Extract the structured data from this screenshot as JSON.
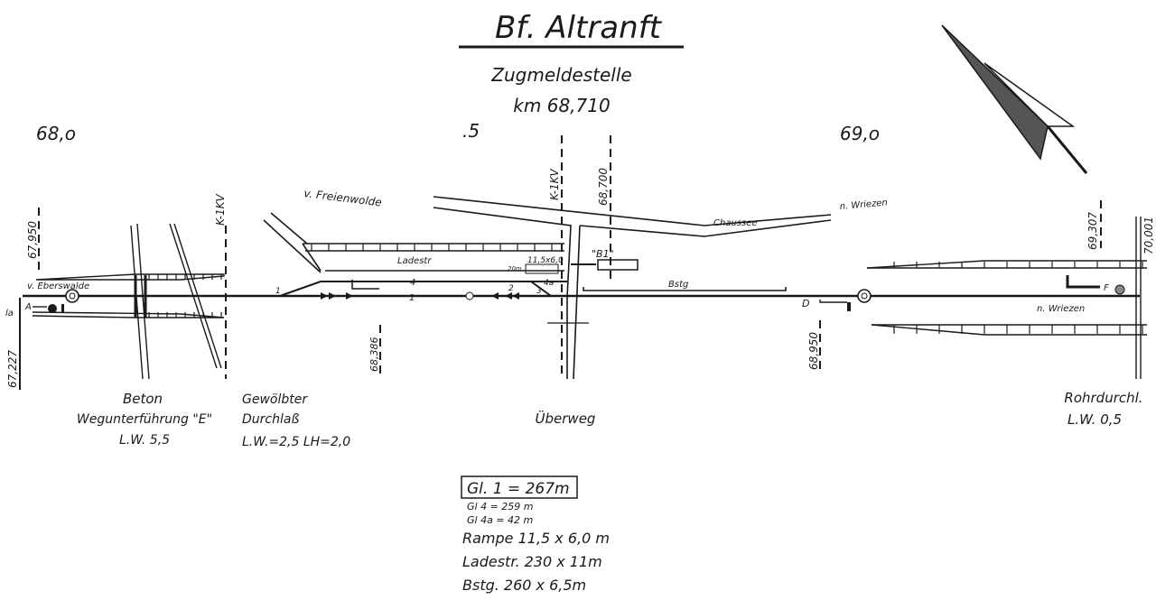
{
  "header": {
    "title": "Bf. Altranft",
    "subtitle": "Zugmeldestelle",
    "km": "km 68,710"
  },
  "km_markers": {
    "left": "68,o",
    "middle": ".5",
    "right": "69,o"
  },
  "chainage": {
    "c1": "67,950",
    "c2": "67,227",
    "c3": "K-1KV",
    "c4": "68,386",
    "c5": "K-1KV",
    "c6": "68,700",
    "c7": "68,950",
    "c8": "69,307",
    "c9": "70,001"
  },
  "track_labels": {
    "from_eberswalde": "v. Eberswalde",
    "from_freienwalde": "v. Freienwolde",
    "to_wriezen_road": "n. Wriezen",
    "to_wriezen_track": "n. Wriezen",
    "chaussee": "Chaussee",
    "ladestr": "Ladestr",
    "bstg": "Bstg",
    "building": "\"B1\"",
    "ramp_dim": "11,5x6,0",
    "ramp_len": "20m",
    "signal_a": "A",
    "signal_la": "la",
    "signal_d": "D",
    "signal_f": "F",
    "switch_1": "1",
    "switch_2": "2",
    "switch_3": "3",
    "track_1": "1",
    "track_4": "4",
    "track_4a": "4a"
  },
  "structures": {
    "beton_1": "Beton",
    "beton_2": "Wegunterführung \"E\"",
    "beton_3": "L.W. 5,5",
    "gewoelbt_1": "Gewölbter",
    "gewoelbt_2": "Durchlaß",
    "gewoelbt_3": "L.W.=2,5  LH=2,0",
    "ueberweg": "Überweg",
    "rohr_1": "Rohrdurchl.",
    "rohr_2": "L.W. 0,5"
  },
  "legend": {
    "gl1": "Gl. 1 = 267m",
    "gl4": "Gl  4 = 259 m",
    "gl4a": "Gl  4a =   42 m",
    "rampe": "Rampe 11,5 x 6,0 m",
    "ladestr": "Ladestr. 230 x 11m",
    "bstg": "Bstg. 260 x 6,5m"
  }
}
